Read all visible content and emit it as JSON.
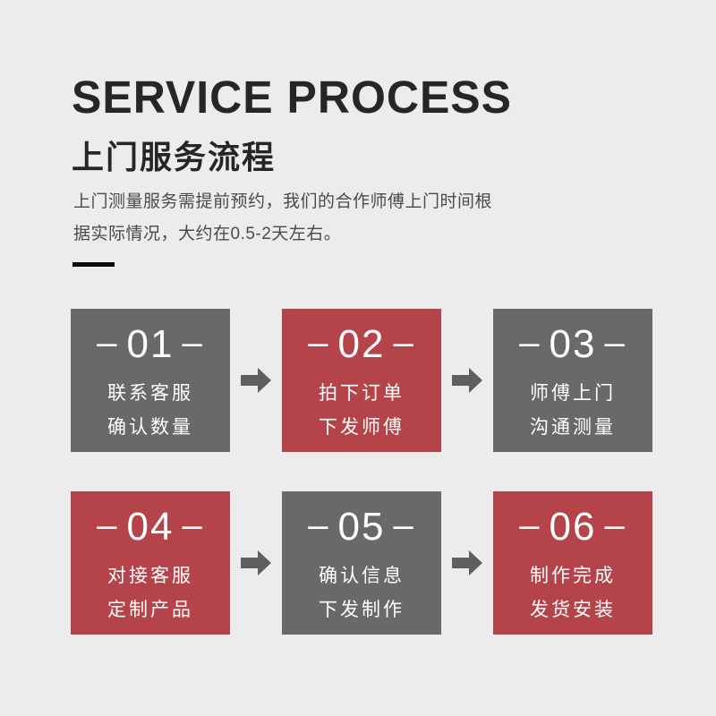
{
  "colors": {
    "background": "#ececec",
    "gray_box": "#696969",
    "red_box": "#b5444a",
    "arrow": "#5f5f5f",
    "title": "#262626",
    "text": "#4a4a4a",
    "box_text": "#ffffff",
    "divider": "#0a0a0a"
  },
  "header": {
    "title": "SERVICE PROCESS",
    "subtitle": "上门服务流程",
    "description_line1": "上门测量服务需提前预约，我们的合作师傅上门时间根",
    "description_line2": "据实际情况，大约在0.5-2天左右。"
  },
  "number_dash": "–",
  "steps": [
    {
      "number": "01",
      "variant": "gray",
      "line1": "联系客服",
      "line2": "确认数量"
    },
    {
      "number": "02",
      "variant": "red",
      "line1": "拍下订单",
      "line2": "下发师傅"
    },
    {
      "number": "03",
      "variant": "gray",
      "line1": "师傅上门",
      "line2": "沟通测量"
    },
    {
      "number": "04",
      "variant": "red",
      "line1": "对接客服",
      "line2": "定制产品"
    },
    {
      "number": "05",
      "variant": "gray",
      "line1": "确认信息",
      "line2": "下发制作"
    },
    {
      "number": "06",
      "variant": "red",
      "line1": "制作完成",
      "line2": "发货安装"
    }
  ]
}
